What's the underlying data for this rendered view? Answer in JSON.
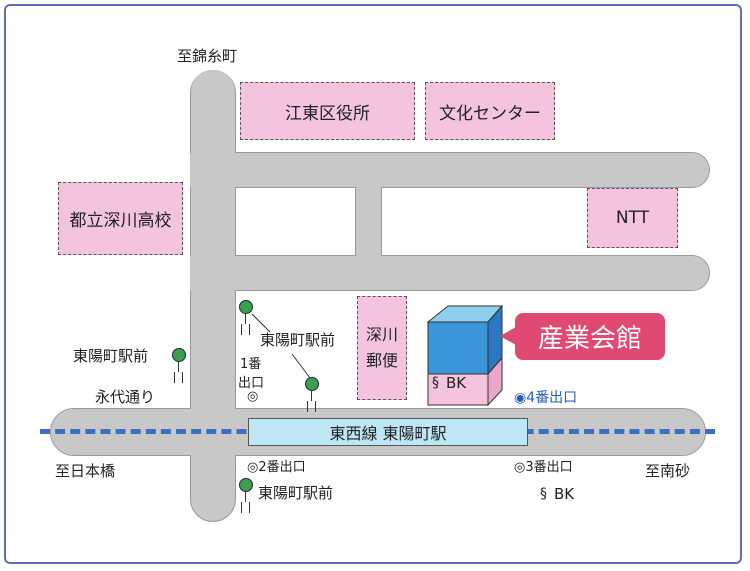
{
  "directions": {
    "north": "至錦糸町",
    "west": "至日本橋",
    "east": "至南砂"
  },
  "buildings": {
    "city_office": "江東区役所",
    "culture_center": "文化センター",
    "high_school": "都立深川高校",
    "ntt": "NTT",
    "post_office_line1": "深川",
    "post_office_line2": "郵便",
    "bank_in_building": "BK",
    "bank_south": "BK"
  },
  "target": {
    "label": "産業会館",
    "color": "#e04a72"
  },
  "street": "永代通り",
  "station": "東西線 東陽町駅",
  "bus_stops": [
    "東陽町駅前",
    "東陽町駅前",
    "東陽町駅前"
  ],
  "exits": {
    "exit1_line1": "1番",
    "exit1_line2": "出口",
    "exit2": "◎2番出口",
    "exit3": "◎3番出口",
    "exit4": "◉4番出口"
  },
  "colors": {
    "road": "#c8c8c8",
    "building": "#f4c4df",
    "station": "#bfe6f5",
    "rail": "#3d6fc0"
  }
}
